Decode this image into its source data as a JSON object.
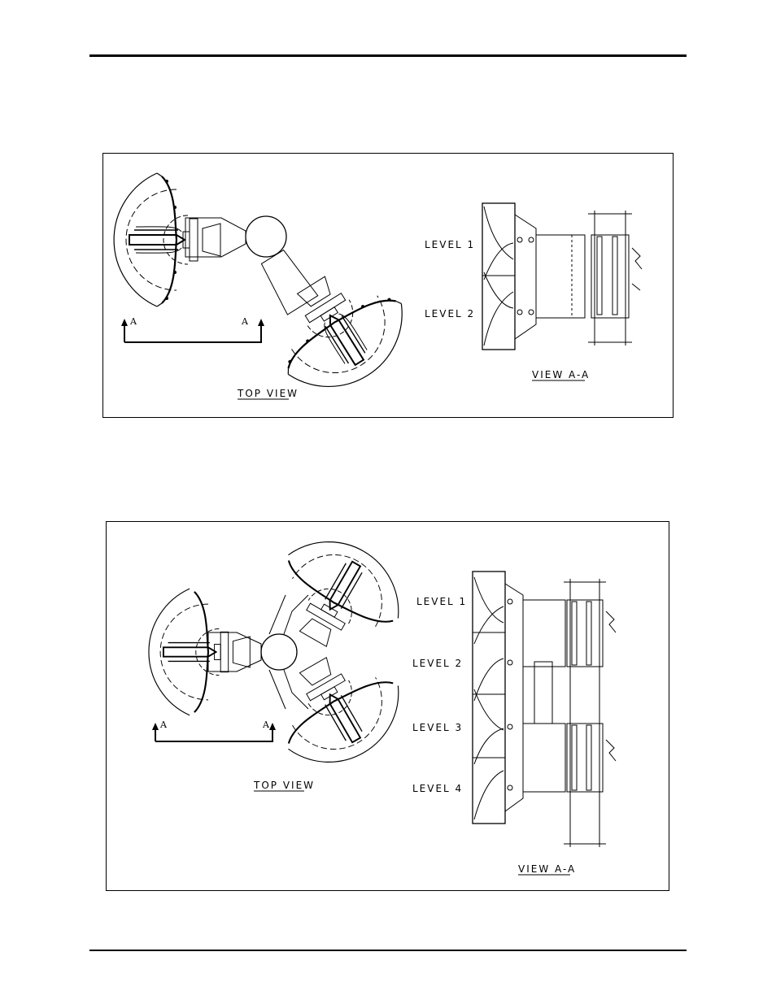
{
  "figure_1": {
    "top_view_caption": "TOP VIEW",
    "section_marker": "A",
    "section_view_caption": "VIEW A-A",
    "levels": [
      "LEVEL 1",
      "LEVEL 2"
    ]
  },
  "figure_2": {
    "top_view_caption": "TOP VIEW",
    "section_marker": "A",
    "section_view_caption": "VIEW A-A",
    "levels": [
      "LEVEL 1",
      "LEVEL 2",
      "LEVEL 3",
      "LEVEL 4"
    ]
  }
}
